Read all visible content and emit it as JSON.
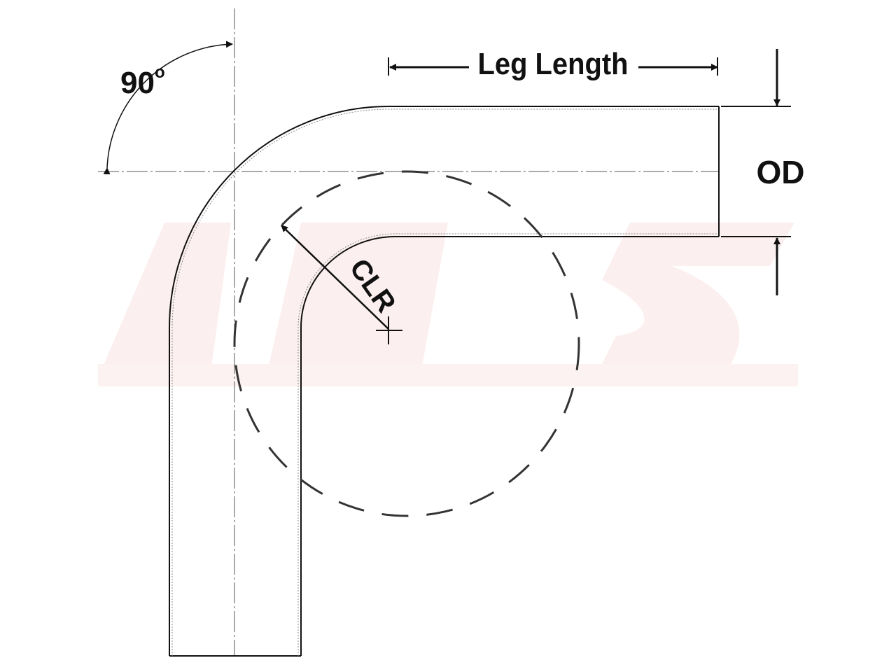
{
  "diagram": {
    "title": "90 degree mandrel bend dimensions",
    "labels": {
      "angle": "90",
      "angle_unit": "o",
      "leg_length": "Leg Length",
      "outer_diameter": "OD",
      "centerline_radius": "CLR"
    },
    "watermark": "HPS",
    "colors": {
      "line": "#111111",
      "watermark": "#fbeeee"
    }
  }
}
